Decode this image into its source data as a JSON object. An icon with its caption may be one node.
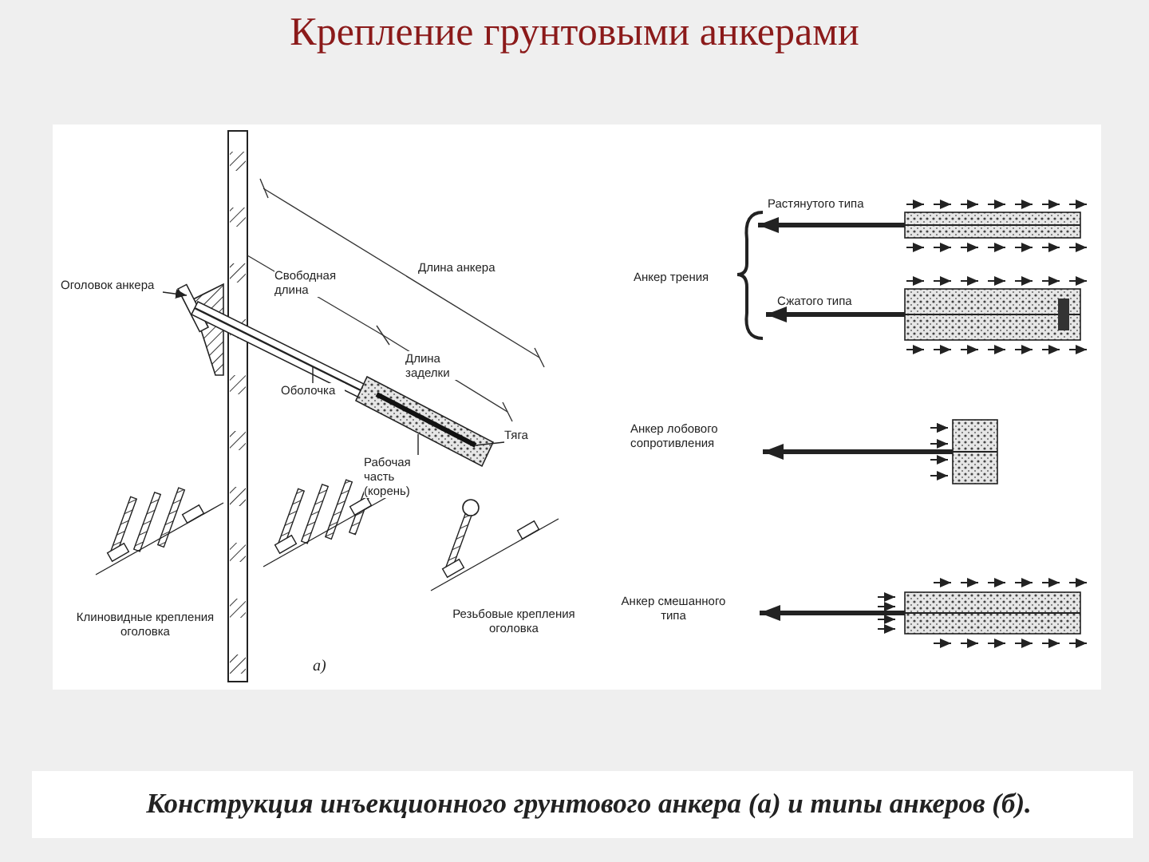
{
  "diagram": {
    "title": "Крепление грунтовыми анкерами",
    "caption": "Конструкция инъекционного грунтового анкера (а) и типы анкеров (б).",
    "nodes": [
      {
        "text": [
          "Оголовок анкера"
        ]
      },
      {
        "text": [
          "Оболочка"
        ]
      },
      {
        "text": [
          "Рабочая часть (корень)"
        ]
      },
      {
        "text": [
          "Тяга"
        ]
      },
      {
        "text": [],
        "shape": "picture"
      },
      {
        "text": [],
        "shape": "picture"
      },
      {
        "text": [],
        "shape": "picture"
      },
      {
        "text": [],
        "shape": "picture",
        "in": 6
      }
    ],
    "edges": [
      {
        "from": 0,
        "to": 4,
        "arrow": "to"
      },
      {
        "from": 1,
        "to": 5,
        "arrow": "none"
      },
      {
        "from": 2,
        "to": 6,
        "arrow": "none"
      },
      {
        "from": 3,
        "to": 7,
        "arrow": "none"
      }
    ],
    "labels": [
      "Свободная длина",
      "Длина анкера",
      "Длина заделки",
      "Растянутого типа",
      "Анкер трения",
      "Сжатого типа",
      "Анкер лобового сопротивления",
      "Анкер смешанного типа",
      "Клиновидные крепления оголовка",
      "Резьбовые крепления оголовка",
      "а)"
    ]
  }
}
